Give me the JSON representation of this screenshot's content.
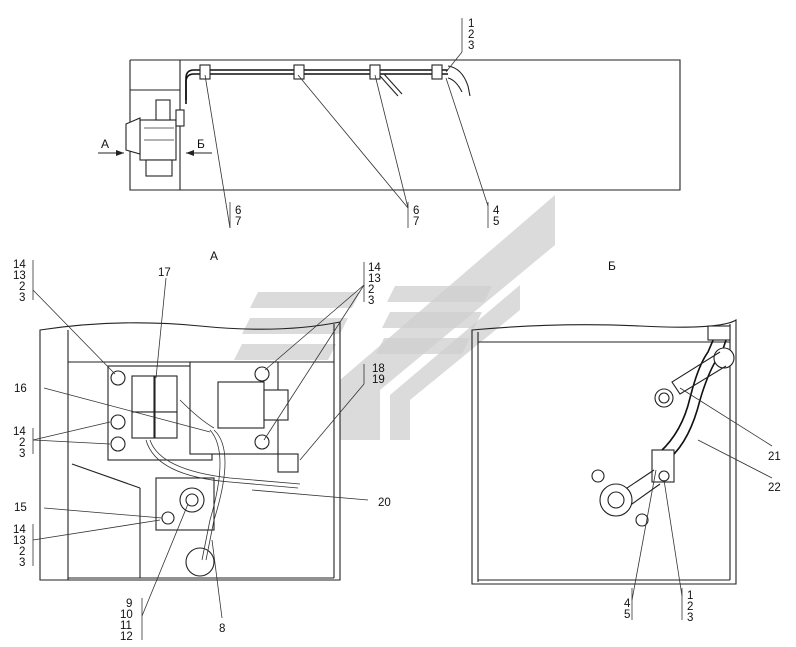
{
  "views": {
    "view_a_title": "А",
    "view_b_title": "Б"
  },
  "top_view": {
    "arrow_a": "А",
    "arrow_b": "Б",
    "callout_1_2_3": [
      "1",
      "2",
      "3"
    ],
    "callout_6_7_left": [
      "6",
      "7"
    ],
    "callout_6_7_right": [
      "6",
      "7"
    ],
    "callout_4_5": [
      "4",
      "5"
    ]
  },
  "view_a": {
    "callout_17": "17",
    "callout_14_13_2_3_left": [
      "14",
      "13",
      "2",
      "3"
    ],
    "callout_14_13_2_3_right": [
      "14",
      "13",
      "2",
      "3"
    ],
    "callout_18_19": [
      "18",
      "19"
    ],
    "callout_16": "16",
    "callout_14_2_3": [
      "14",
      "2",
      "3"
    ],
    "callout_20": "20",
    "callout_15": "15",
    "callout_14_13_2_3_lower": [
      "14",
      "13",
      "2",
      "3"
    ],
    "callout_9_10_11_12": [
      "9",
      "10",
      "11",
      "12"
    ],
    "callout_8": "8"
  },
  "view_b": {
    "callout_21": "21",
    "callout_22": "22",
    "callout_4_5": [
      "4",
      "5"
    ],
    "callout_1_2_3": [
      "1",
      "2",
      "3"
    ]
  },
  "watermark": {
    "description_icon": "logo-watermark",
    "color": "#cfcfcf"
  }
}
